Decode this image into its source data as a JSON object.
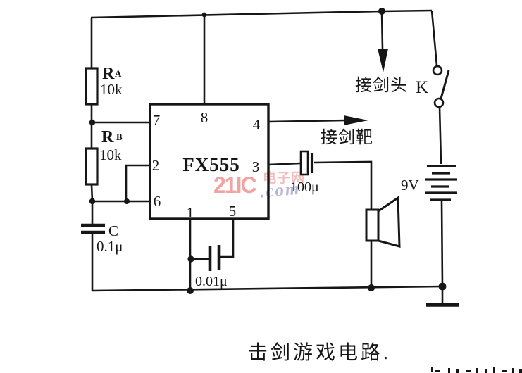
{
  "caption": {
    "text": "击剑游戏电路."
  },
  "ic": {
    "name": "FX555",
    "p1": "1",
    "p2": "2",
    "p3": "3",
    "p4": "4",
    "p5": "5",
    "p6": "6",
    "p7": "7",
    "p8": "8"
  },
  "parts": {
    "ra": {
      "name": "R",
      "sub": "A",
      "value": "10k"
    },
    "rb": {
      "name": "R",
      "sub": "B",
      "value": "10k"
    },
    "c1": {
      "name": "C",
      "value": "0.1μ"
    },
    "c2": {
      "value": "0.01μ"
    },
    "c3": {
      "value": "100μ"
    },
    "battery": {
      "value": "9V"
    },
    "switch": {
      "value": "K"
    }
  },
  "annotations": {
    "sword_tip": "接剑头",
    "sword_target": "接剑靶"
  },
  "watermark": {
    "brand": "21IC",
    "site": "电子网",
    "tld": ".com",
    "brand_color": "#efa4a4",
    "tld_color": "#b6b6d8"
  },
  "colors": {
    "ink": "#161616",
    "paper": "#ffffff"
  }
}
